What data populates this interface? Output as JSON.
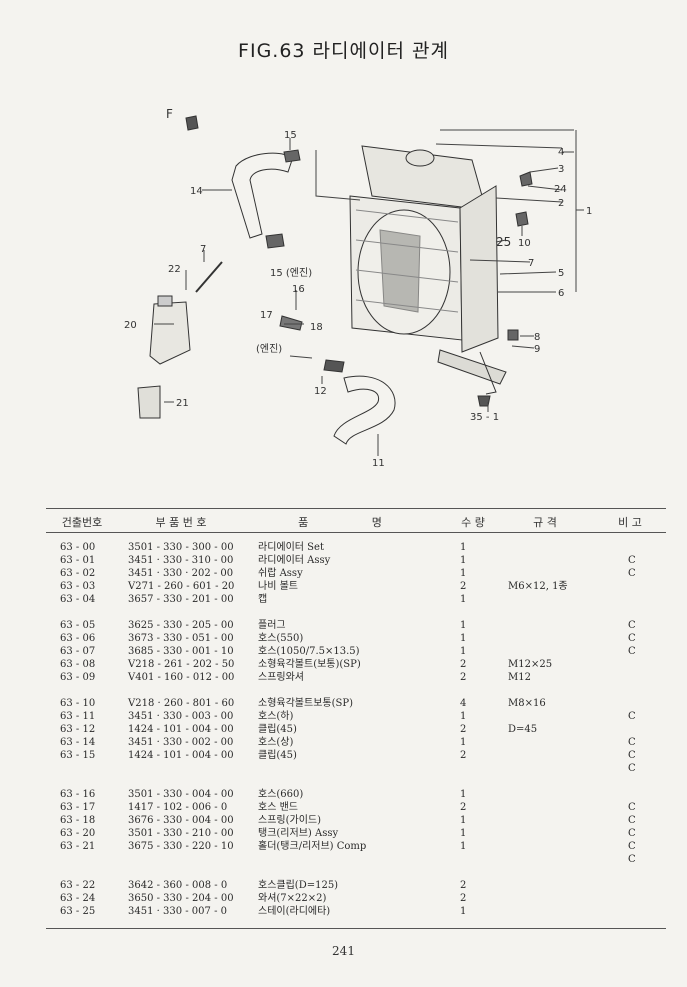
{
  "title": "FIG.63 라디에이터 관계",
  "diagram_labels": {
    "f": "F",
    "l15": "15",
    "l14": "14",
    "l7": "7",
    "l22": "22",
    "l15e": "15 (엔진)",
    "l16": "16",
    "l17": "17",
    "l18": "18",
    "l20": "20",
    "l21": "21",
    "engine": "(엔진)",
    "l12": "12",
    "l11": "11",
    "l35": "35 - 1",
    "l4": "4",
    "l3": "3",
    "l24": "24",
    "l2": "2",
    "l1": "1",
    "l10": "10",
    "l25": "25",
    "l7r": "7",
    "l5": "5",
    "l6": "6",
    "l8": "8",
    "l9": "9"
  },
  "headers": {
    "no": "건출번호",
    "part": "부 품 번 호",
    "name": "품 명",
    "qty": "수 량",
    "spec": "규 격",
    "remark": "비 고"
  },
  "rows": [
    {
      "no": "63 - 00",
      "pn": "3501 - 330 - 300 - 00",
      "name": "라디에이터 Set",
      "qty": "1",
      "spec": "",
      "rm": ""
    },
    {
      "no": "63 - 01",
      "pn": "3451 · 330 - 310 - 00",
      "name": "라디에이터 Assy",
      "qty": "1",
      "spec": "",
      "rm": "C"
    },
    {
      "no": "63 - 02",
      "pn": "3451 · 330 · 202 - 00",
      "name": "쉬랍 Assy",
      "qty": "1",
      "spec": "",
      "rm": "C"
    },
    {
      "no": "63 - 03",
      "pn": "V271 - 260 - 601 - 20",
      "name": "나비 볼트",
      "qty": "2",
      "spec": "M6×12, 1종",
      "rm": ""
    },
    {
      "no": "63 - 04",
      "pn": "3657 - 330 - 201 - 00",
      "name": "캡",
      "qty": "1",
      "spec": "",
      "rm": ""
    },
    {
      "no": "63 - 05",
      "pn": "3625 - 330 - 205 - 00",
      "name": "플러그",
      "qty": "1",
      "spec": "",
      "rm": "C"
    },
    {
      "no": "63 - 06",
      "pn": "3673 - 330 - 051 - 00",
      "name": "호스(550)",
      "qty": "1",
      "spec": "",
      "rm": "C"
    },
    {
      "no": "63 - 07",
      "pn": "3685 - 330 - 001 - 10",
      "name": "호스(1050/7.5×13.5)",
      "qty": "1",
      "spec": "",
      "rm": "C"
    },
    {
      "no": "63 - 08",
      "pn": "V218 - 261 - 202 - 50",
      "name": "소형육각볼트(보통)(SP)",
      "qty": "2",
      "spec": "M12×25",
      "rm": ""
    },
    {
      "no": "63 - 09",
      "pn": "V401 - 160 - 012 - 00",
      "name": "스프링와셔",
      "qty": "2",
      "spec": "M12",
      "rm": ""
    },
    {
      "no": "63 - 10",
      "pn": "V218 · 260 - 801 - 60",
      "name": "소형육각볼트보통(SP)",
      "qty": "4",
      "spec": "M8×16",
      "rm": ""
    },
    {
      "no": "63 - 11",
      "pn": "3451 · 330 - 003 - 00",
      "name": "호스(하)",
      "qty": "1",
      "spec": "",
      "rm": "C"
    },
    {
      "no": "63 - 12",
      "pn": "1424 - 101 - 004 - 00",
      "name": "클립(45)",
      "qty": "2",
      "spec": "D=45",
      "rm": ""
    },
    {
      "no": "63 - 14",
      "pn": "3451 · 330 - 002 - 00",
      "name": "호스(상)",
      "qty": "1",
      "spec": "",
      "rm": "C"
    },
    {
      "no": "63 - 15",
      "pn": "1424 - 101 - 004 - 00",
      "name": "클립(45)",
      "qty": "2",
      "spec": "",
      "rm": "C"
    },
    {
      "no": "",
      "pn": "",
      "name": "",
      "qty": "",
      "spec": "",
      "rm": "C"
    },
    {
      "no": "63 - 16",
      "pn": "3501 - 330 - 004 - 00",
      "name": "호스(660)",
      "qty": "1",
      "spec": "",
      "rm": ""
    },
    {
      "no": "63 - 17",
      "pn": "1417 - 102 - 006 - 0",
      "name": "호스 밴드",
      "qty": "2",
      "spec": "",
      "rm": "C"
    },
    {
      "no": "63 - 18",
      "pn": "3676 - 330 - 004 - 00",
      "name": "스프링(가이드)",
      "qty": "1",
      "spec": "",
      "rm": "C"
    },
    {
      "no": "63 - 20",
      "pn": "3501 - 330 - 210 - 00",
      "name": "탱크(리저브) Assy",
      "qty": "1",
      "spec": "",
      "rm": "C"
    },
    {
      "no": "63 - 21",
      "pn": "3675 - 330 - 220 - 10",
      "name": "홀더(탱크/리저브) Comp",
      "qty": "1",
      "spec": "",
      "rm": "C"
    },
    {
      "no": "",
      "pn": "",
      "name": "",
      "qty": "",
      "spec": "",
      "rm": "C"
    },
    {
      "no": "63 - 22",
      "pn": "3642 - 360 - 008 - 0",
      "name": "호스클립(D=125)",
      "qty": "2",
      "spec": "",
      "rm": ""
    },
    {
      "no": "63 - 24",
      "pn": "3650 - 330 - 204 - 00",
      "name": "와셔(7×22×2)",
      "qty": "2",
      "spec": "",
      "rm": ""
    },
    {
      "no": "63 - 25",
      "pn": "3451 · 330 - 007 - 0",
      "name": "스테이(라디에타)",
      "qty": "1",
      "spec": "",
      "rm": ""
    }
  ],
  "page_number": "241"
}
